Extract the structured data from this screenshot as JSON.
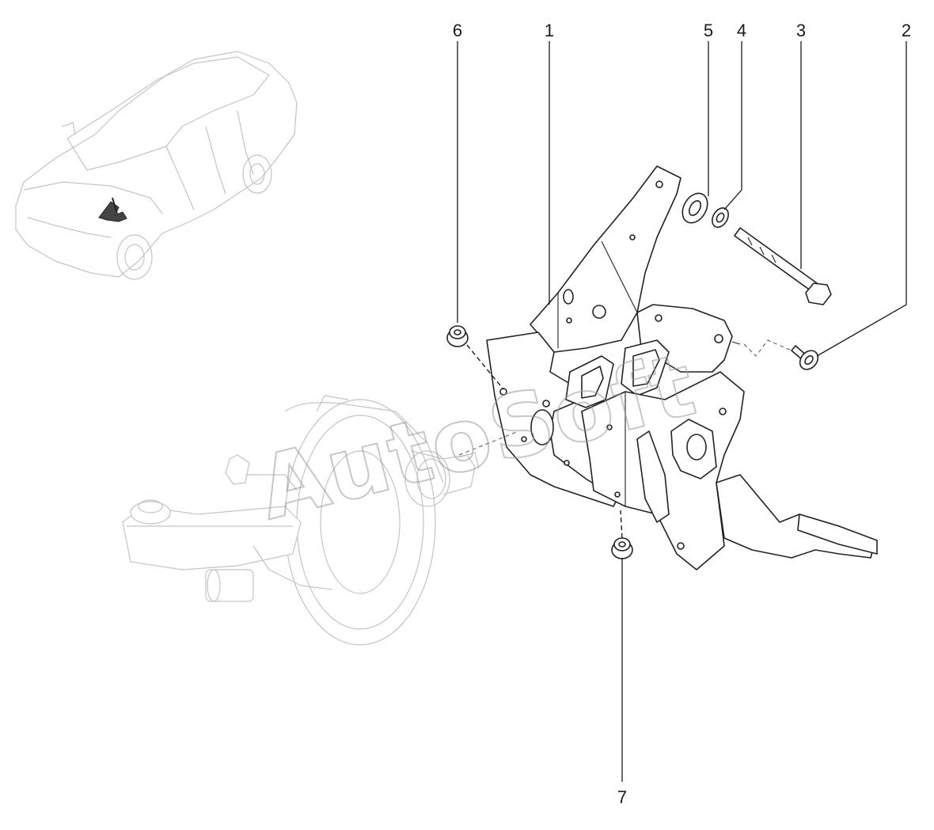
{
  "watermark": "AutoSoft",
  "callouts": {
    "c1": "1",
    "c2": "2",
    "c3": "3",
    "c4": "4",
    "c5": "5",
    "c6": "6",
    "c7": "7"
  }
}
